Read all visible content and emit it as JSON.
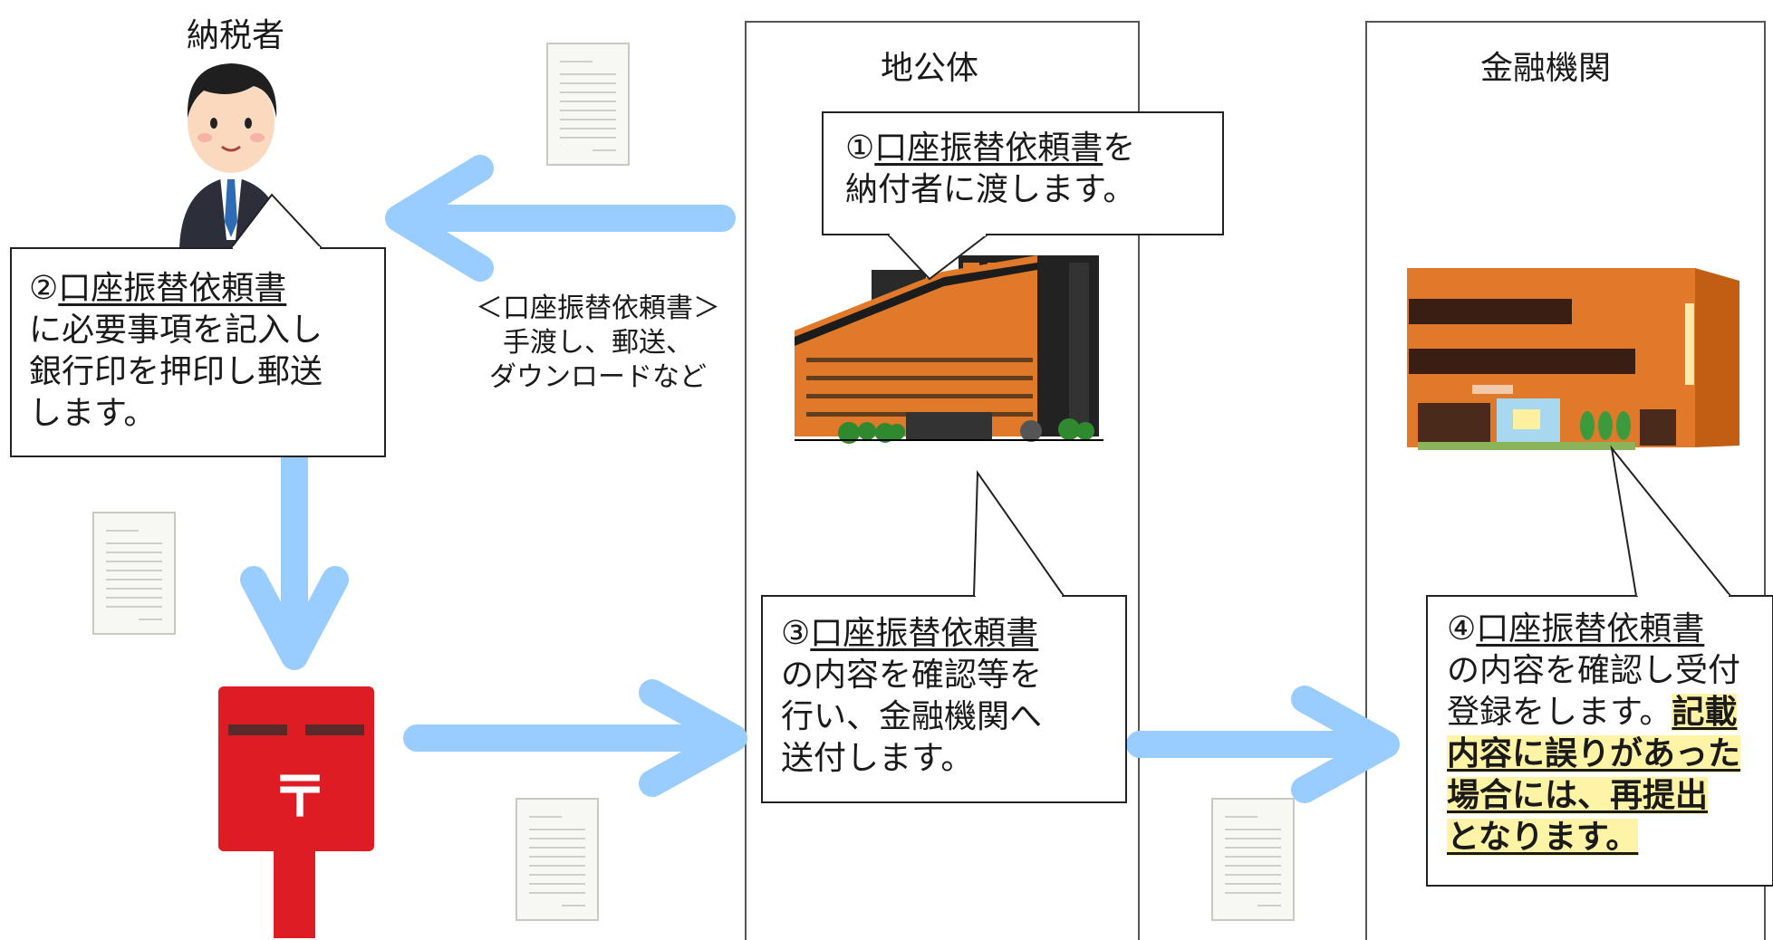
{
  "lanes": {
    "taxpayer": "納税者",
    "localgov": "地公体",
    "bank": "金融機関"
  },
  "transfer_note": {
    "line1": "＜口座振替依頼書＞",
    "line2": "手渡し、郵送、",
    "line3": "ダウンロードなど"
  },
  "steps": {
    "s1": {
      "num": "①",
      "doc": "口座振替依頼書",
      "rest1": "を",
      "rest2": "納付者に渡します。"
    },
    "s2": {
      "num": "②",
      "doc": "口座振替依頼書",
      "line2": "に必要事項を記入し",
      "line3": "銀行印を押印し郵送",
      "line4": "します。"
    },
    "s3": {
      "num": "③",
      "doc": "口座振替依頼書",
      "line2": "の内容を確認等を",
      "line3": "行い、金融機関へ",
      "line4": "送付します。"
    },
    "s4": {
      "num": "④",
      "doc": "口座振替依頼書",
      "line2": "の内容を確認し受付",
      "line3a": "登録をします。",
      "line3b": "記載",
      "line4": "内容に誤りがあった",
      "line5": "場合には、再提出",
      "line6": "となります。"
    }
  },
  "illustrations": {
    "person": "person-icon",
    "mailbox": "mailbox-icon",
    "mailbox_mark": "〒",
    "city_hall": "city-hall-building-icon",
    "bank": "bank-building-icon",
    "document": "document-icon"
  },
  "colors": {
    "arrow": "#99ccff",
    "highlight": "#fff3a6",
    "mailbox_red": "#dd1c24",
    "building_orange": "#e07a2a"
  }
}
